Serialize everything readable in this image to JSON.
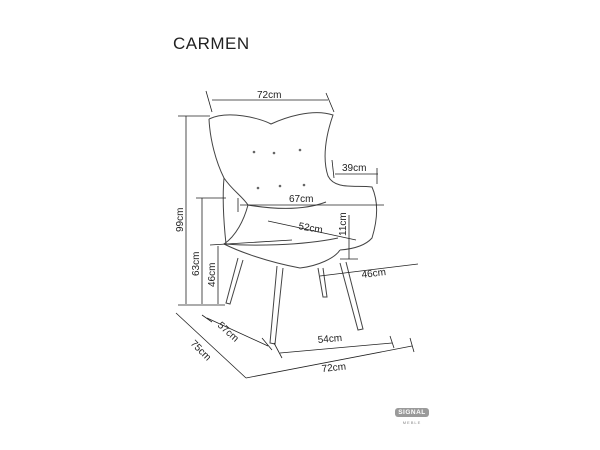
{
  "title": "CARMEN",
  "brand": {
    "name": "SIGNAL",
    "tagline": "MEBLE"
  },
  "colors": {
    "line": "#222222",
    "outline": "#444444",
    "brand_badge": "#9a9a9a"
  },
  "dimensions": {
    "top_width": "72cm",
    "armrest_depth": "39cm",
    "arm_width": "67cm",
    "seat_depth": "52cm",
    "armrest_height_above_seat": "11cm",
    "seat_width": "46cm",
    "total_height": "99cm",
    "armrest_height": "63cm",
    "seat_height": "46cm",
    "leg_depth": "57cm",
    "leg_width": "54cm",
    "total_depth": "75cm",
    "total_width": "72cm"
  }
}
